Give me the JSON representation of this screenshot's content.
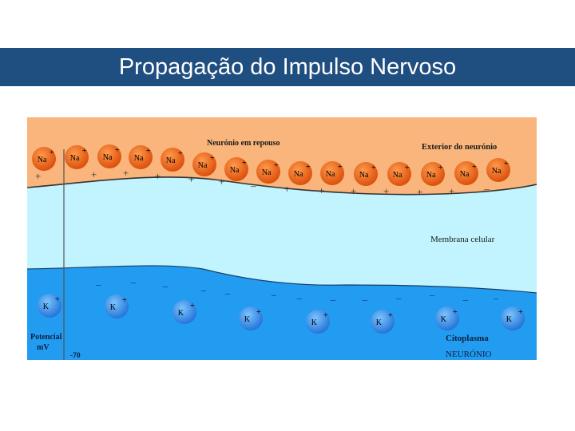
{
  "slide": {
    "title": "Propagação do Impulso Nervoso"
  },
  "diagram": {
    "labels": {
      "resting_neuron": "Neurónio em repouso",
      "exterior": "Exterior do neurónio",
      "membrane": "Membrana celular",
      "cytoplasm": "Citoplasma",
      "neuron": "NEURÓNIO",
      "potential_line1": "Potencial",
      "potential_line2": "mV",
      "potential_value": "-70"
    },
    "ions": {
      "sodium": "Na",
      "potassium": "K",
      "positive": "+",
      "negative": "–"
    },
    "counts": {
      "sodium_ions": 15,
      "potassium_ions": 8
    },
    "colors": {
      "exterior": "#f9b57b",
      "membrane": "#c2f4ff",
      "cytoplasm": "#219cf0",
      "ion": "#ec5e14",
      "ion_k": "#2f8df0",
      "title_bar": "#1f4e80"
    }
  }
}
